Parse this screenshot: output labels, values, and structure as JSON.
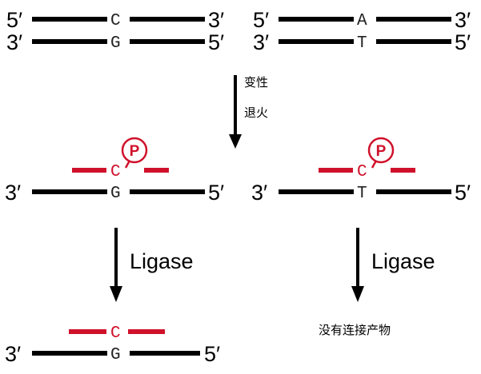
{
  "labels": {
    "five_prime": "5′",
    "three_prime": "3′",
    "phosphate": "P"
  },
  "top_left": {
    "top_base": "C",
    "bottom_base": "G"
  },
  "top_right": {
    "top_base": "A",
    "bottom_base": "T"
  },
  "steps": {
    "line1": "变性",
    "line2": "退火"
  },
  "middle_left": {
    "probe_base": "C",
    "template_base": "G"
  },
  "middle_right": {
    "probe_base": "C",
    "template_base": "T"
  },
  "ligase_label": "Ligase",
  "bottom_left": {
    "probe_base": "C",
    "template_base": "G"
  },
  "bottom_right_text": "没有连接产物",
  "colors": {
    "strand": "#000000",
    "probe": "#d0112b"
  }
}
